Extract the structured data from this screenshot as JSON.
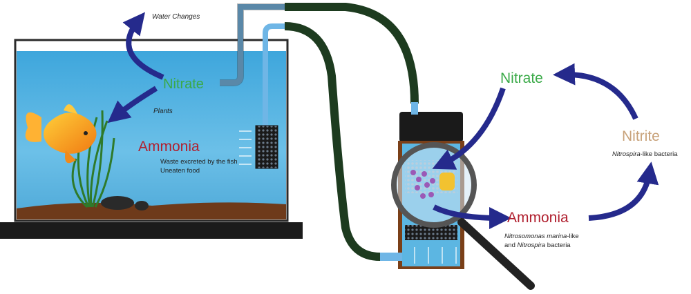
{
  "tank": {
    "water_changes": "Water Changes",
    "nitrate": "Nitrate",
    "plants": "Plants",
    "ammonia": "Ammonia",
    "ammonia_source_1": "Waste excreted by the fish",
    "ammonia_source_2": "Uneaten food"
  },
  "cycle": {
    "nitrate": "Nitrate",
    "nitrite": "Nitrite",
    "nitrite_bacteria_genus": "Nitrospira",
    "nitrite_bacteria_suffix": "-like bacteria",
    "ammonia": "Ammonia",
    "ammonia_bacteria_genus_1": "Nitrosomonas marina",
    "ammonia_bacteria_suffix_1": "-like",
    "ammonia_bacteria_prefix_2": "and ",
    "ammonia_bacteria_genus_2": "Nitrospira",
    "ammonia_bacteria_suffix_2": " bacteria"
  },
  "colors": {
    "nitrate": "#3aaa48",
    "ammonia": "#b01f2e",
    "nitrite": "#c8a27a",
    "arrow": "#252a8c",
    "hose": "#1d3b1f",
    "water": "#5cb6e2"
  }
}
